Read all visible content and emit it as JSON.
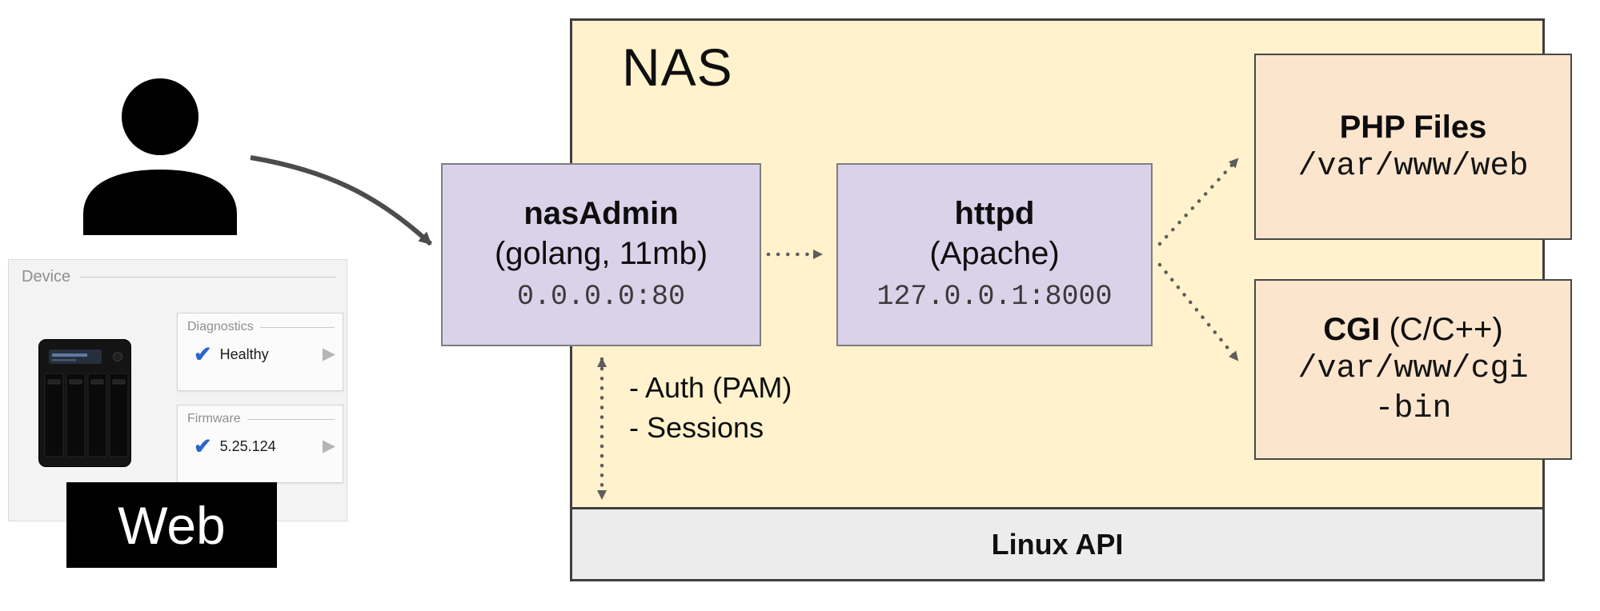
{
  "nas": {
    "title": "NAS",
    "linux_api_label": "Linux API"
  },
  "nasadmin": {
    "title": "nasAdmin",
    "subtitle": "(golang, 11mb)",
    "address": "0.0.0.0:80"
  },
  "httpd": {
    "title": "httpd",
    "subtitle": "(Apache)",
    "address": "127.0.0.1:8000"
  },
  "php": {
    "title": "PHP Files",
    "path": "/var/www/web"
  },
  "cgi": {
    "title_bold": "CGI",
    "title_rest": " (C/C++)",
    "path_line1": "/var/www/cgi",
    "path_line2": "-bin"
  },
  "auth_notes": {
    "line1": "- Auth (PAM)",
    "line2": "- Sessions"
  },
  "web_label": "Web",
  "device_panel": {
    "legend": "Device",
    "diagnostics": {
      "legend": "Diagnostics",
      "status": "Healthy"
    },
    "firmware": {
      "legend": "Firmware",
      "version": "5.25.124"
    }
  },
  "icons": {
    "check_glyph": "✔",
    "chevron_right_glyph": "▶"
  },
  "colors": {
    "nas_bg": "#fff2cc",
    "service_box_bg": "#d9d2e9",
    "files_box_bg": "#fce5cd",
    "linux_api_bg": "#ececec",
    "check_blue": "#2a66cc",
    "arrow_gray": "#5d5d5d",
    "web_box_bg": "#000000"
  }
}
